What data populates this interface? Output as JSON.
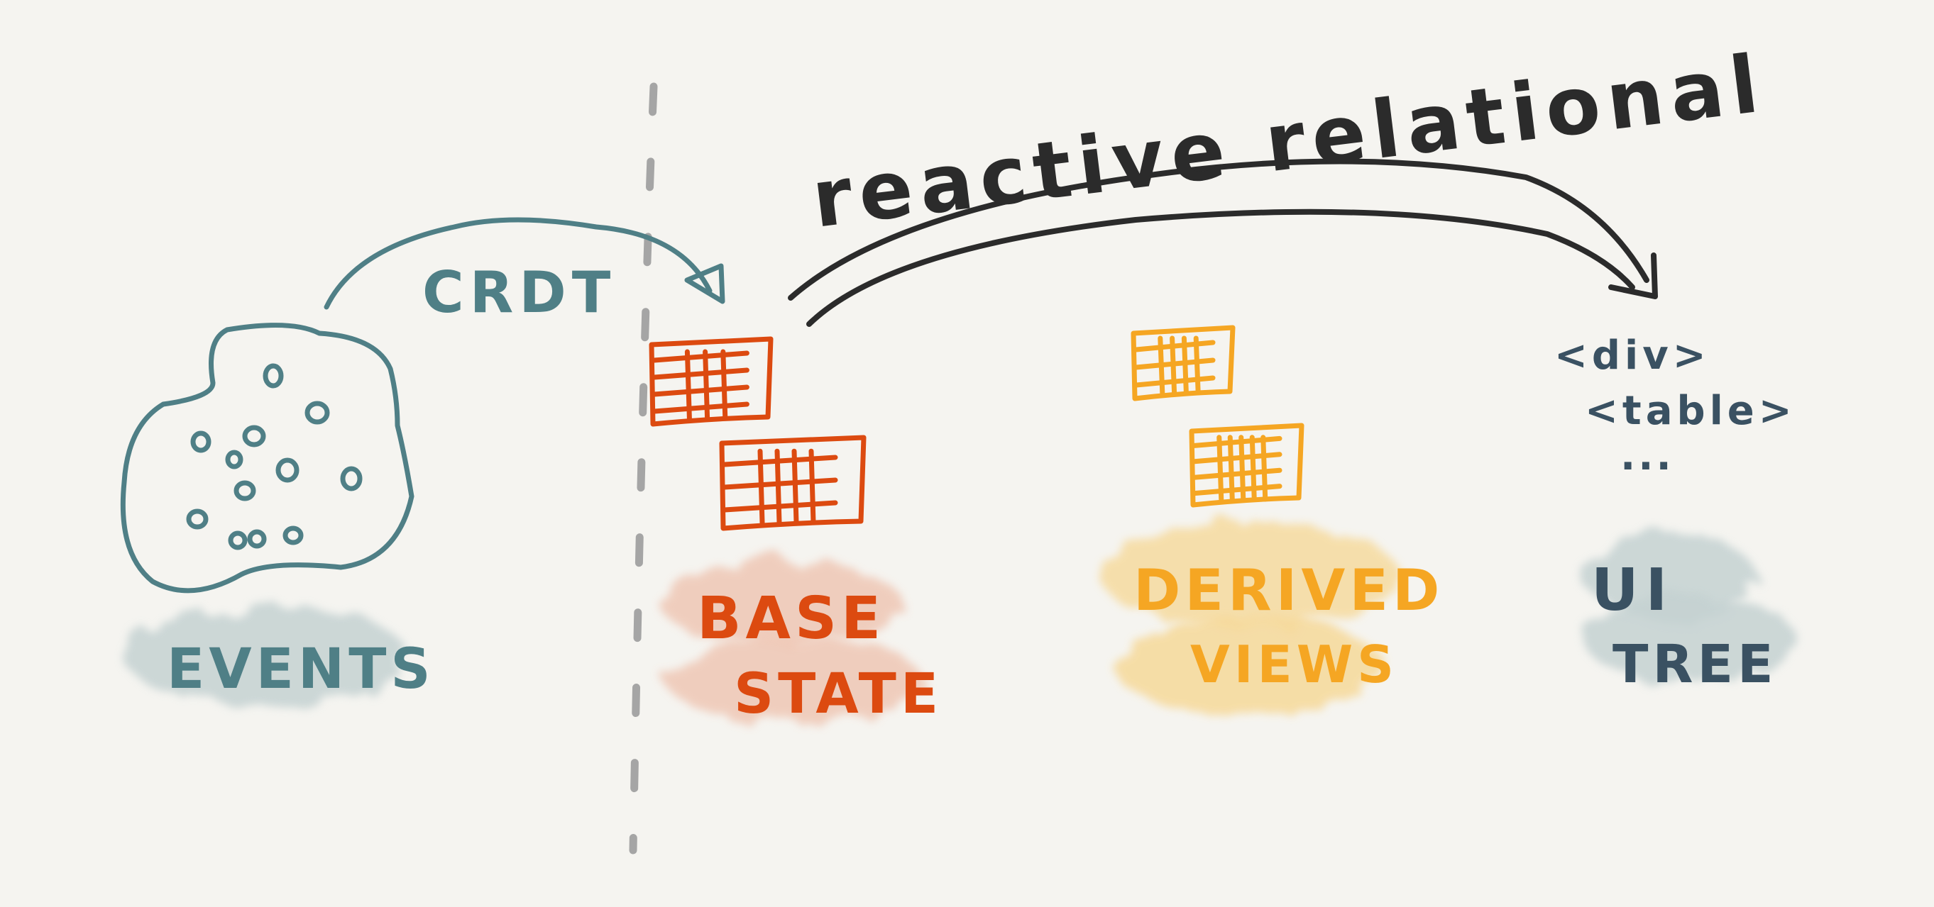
{
  "labels": {
    "crdt": "CRDT",
    "reactive_relational": "reactive relational",
    "events": "EVENTS",
    "base_state_line1": "BASE",
    "base_state_line2": "STATE",
    "derived_views_line1": "DERIVED",
    "derived_views_line2": "VIEWS",
    "ui_tree_line1": "UI",
    "ui_tree_line2": "TREE"
  },
  "ui_tree_items": [
    "<div>",
    "<table>",
    "..."
  ],
  "colors": {
    "background": "#f5f4f0",
    "teal": "#4f7f86",
    "black": "#2b2b2b",
    "red": "#dc4a10",
    "red_wash": "#efc7b5",
    "orange": "#f5a623",
    "orange_wash": "#f6d99a",
    "slate": "#3a5162",
    "slate_wash": "#c5d2d2",
    "divider": "#a5a5a5"
  }
}
